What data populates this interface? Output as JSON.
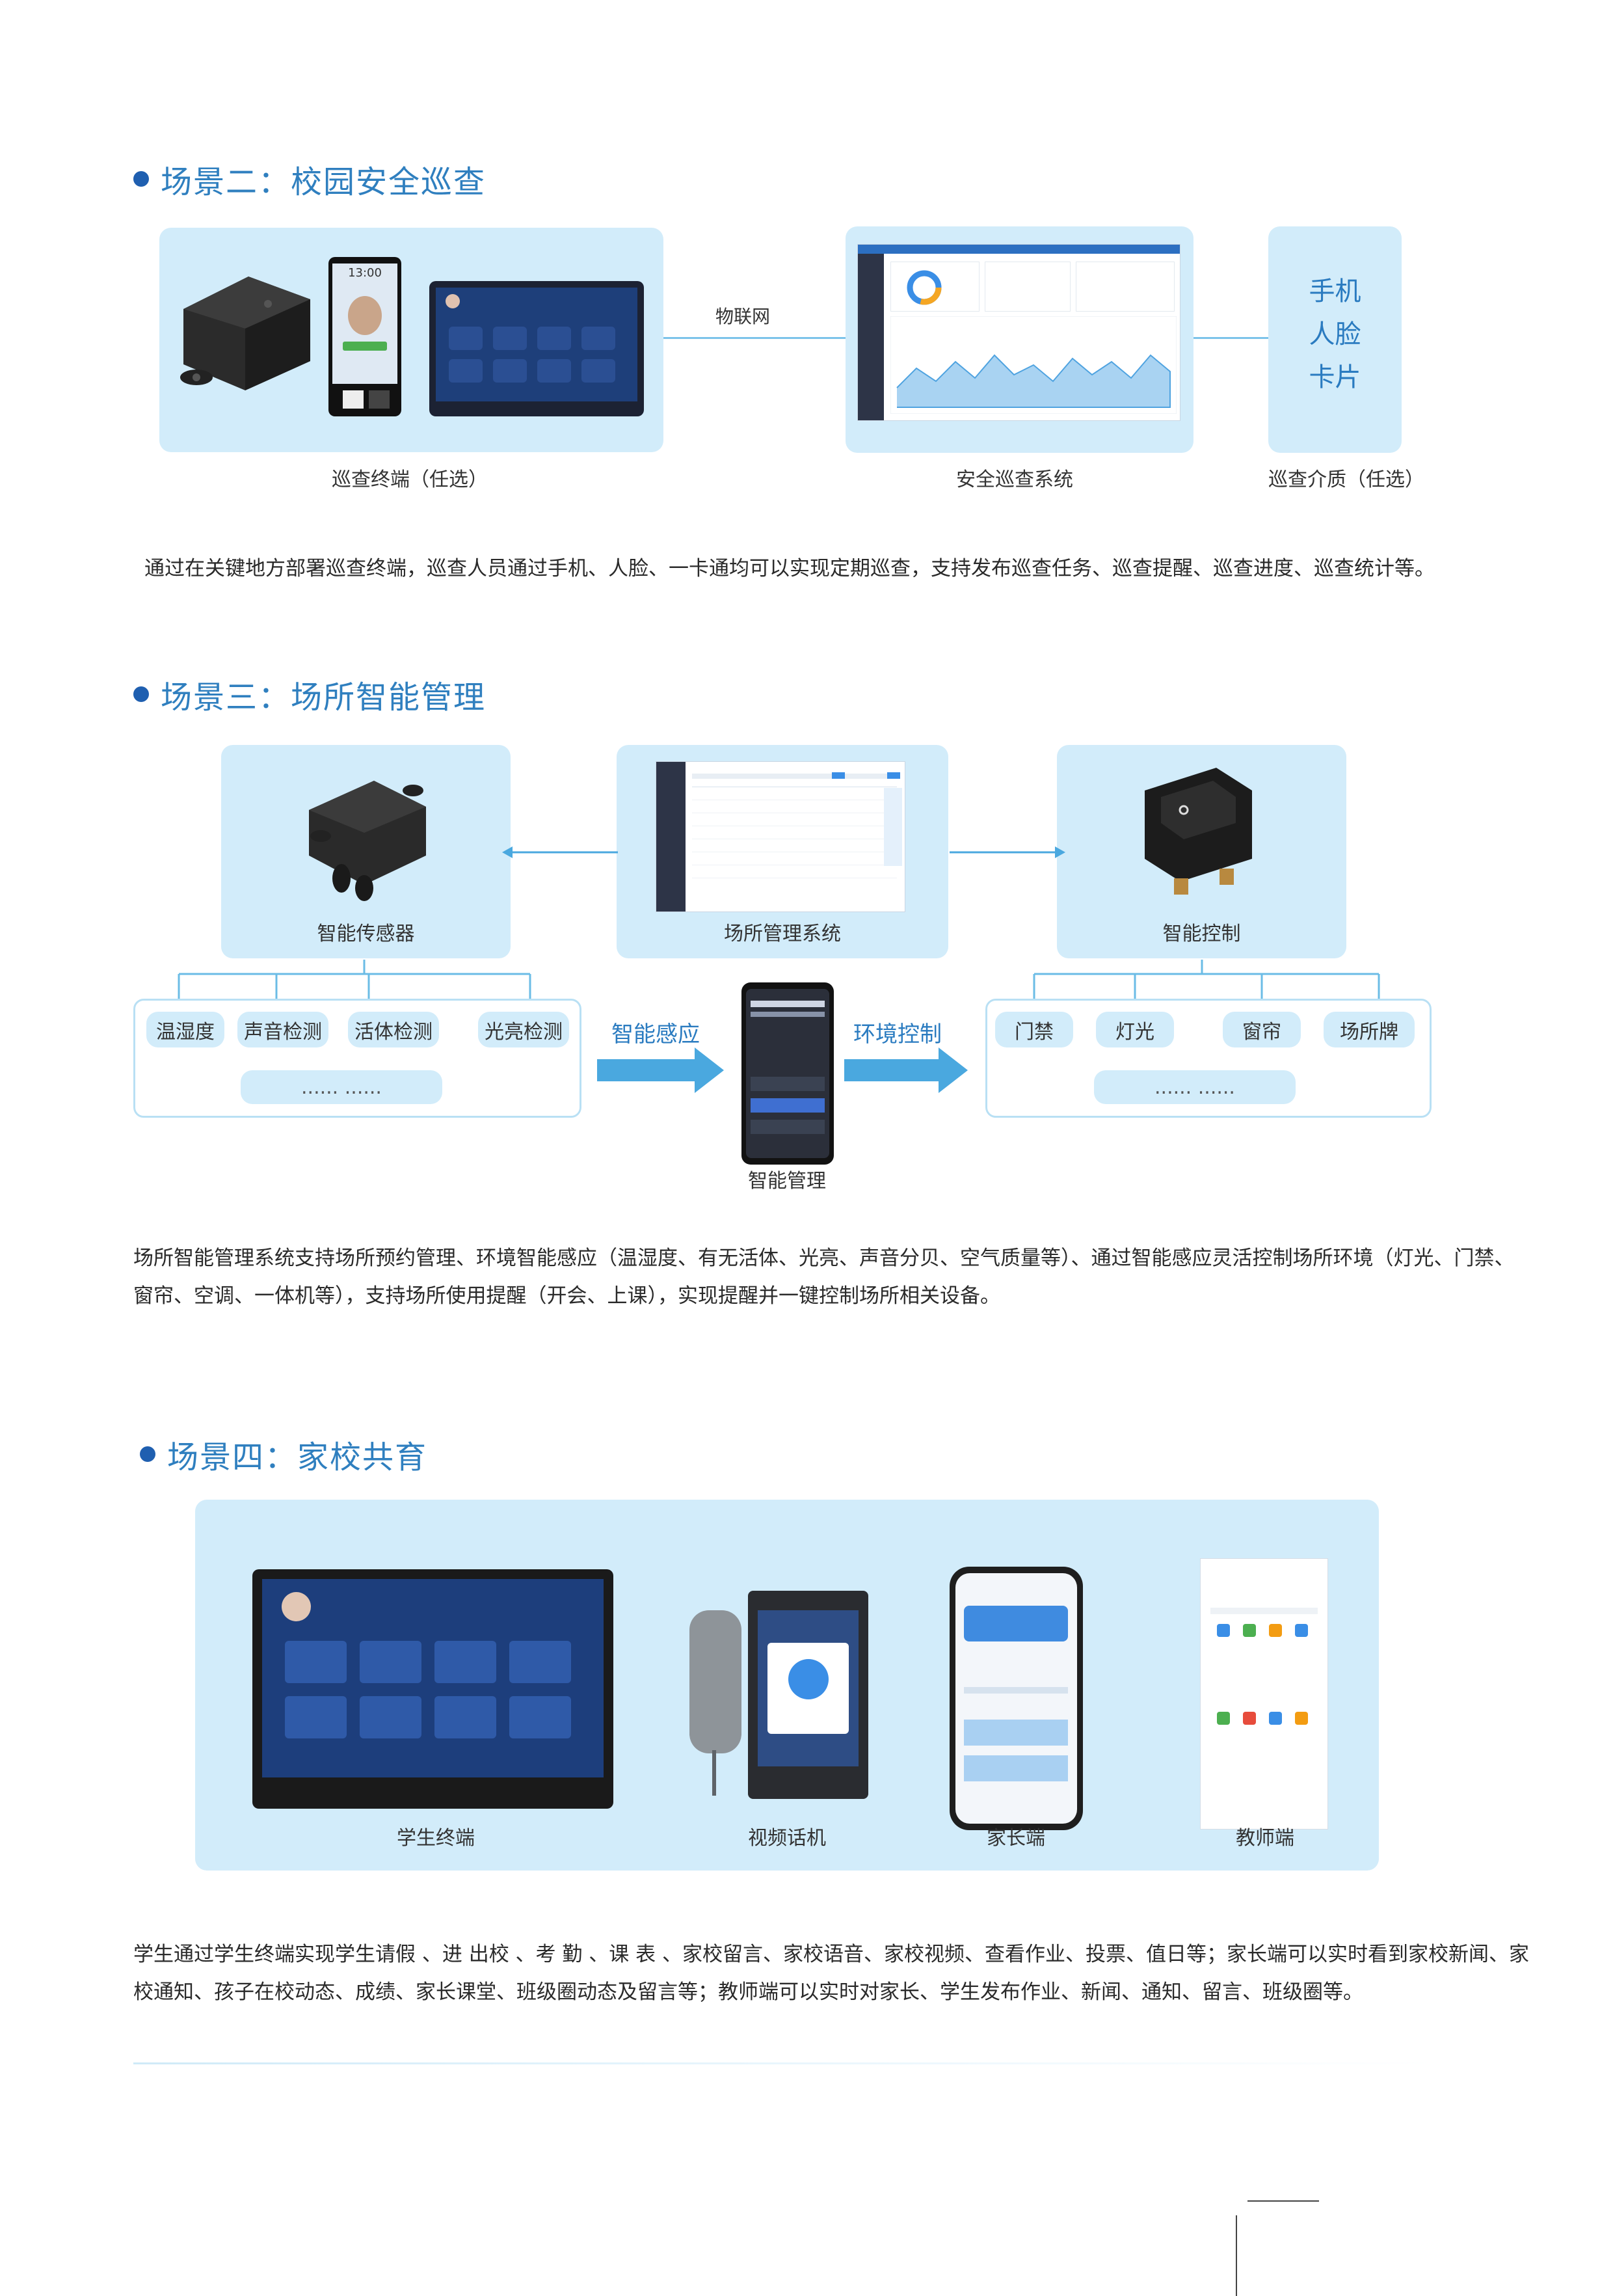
{
  "scene2": {
    "title": "场景二：校园安全巡查",
    "caption_terminal": "巡查终端（任选）",
    "caption_system": "安全巡查系统",
    "caption_media": "巡查介质（任选）",
    "network_label": "物联网",
    "media_items": [
      "手机",
      "人脸",
      "卡片"
    ],
    "device_time": "13:00",
    "description": "通过在关键地方部署巡查终端，巡查人员通过手机、人脸、一卡通均可以实现定期巡查，支持发布巡查任务、巡查提醒、巡查进度、巡查统计等。"
  },
  "scene3": {
    "title": "场景三：场所智能管理",
    "caption_sensor": "智能传感器",
    "caption_system": "场所管理系统",
    "caption_control": "智能控制",
    "sensor_items": [
      "温湿度",
      "声音检测",
      "活体检测",
      "光亮检测"
    ],
    "sensor_more": "...... ......",
    "control_items": [
      "门禁",
      "灯光",
      "窗帘",
      "场所牌"
    ],
    "control_more": "......  ......",
    "arrow_sense": "智能感应",
    "arrow_control": "环境控制",
    "caption_phone": "智能管理",
    "description": "场所智能管理系统支持场所预约管理、环境智能感应（温湿度、有无活体、光亮、声音分贝、空气质量等）、通过智能感应灵活控制场所环境（灯光、门禁、窗帘、空调、一体机等），支持场所使用提醒（开会、上课），实现提醒并一键控制场所相关设备。"
  },
  "scene4": {
    "title": "场景四：家校共育",
    "caption_student": "学生终端",
    "caption_phone": "视频话机",
    "caption_parent": "家长端",
    "caption_teacher": "教师端",
    "description": "学生通过学生终端实现学生请假 、进 出校 、考 勤 、课 表 、家校留言、家校语音、家校视频、查看作业、投票、值日等；家长端可以实时看到家校新闻、家校通知、孩子在校动态、成绩、家长课堂、班级圈动态及留言等；教师端可以实时对家长、学生发布作业、新闻、通知、留言、班级圈等。"
  }
}
